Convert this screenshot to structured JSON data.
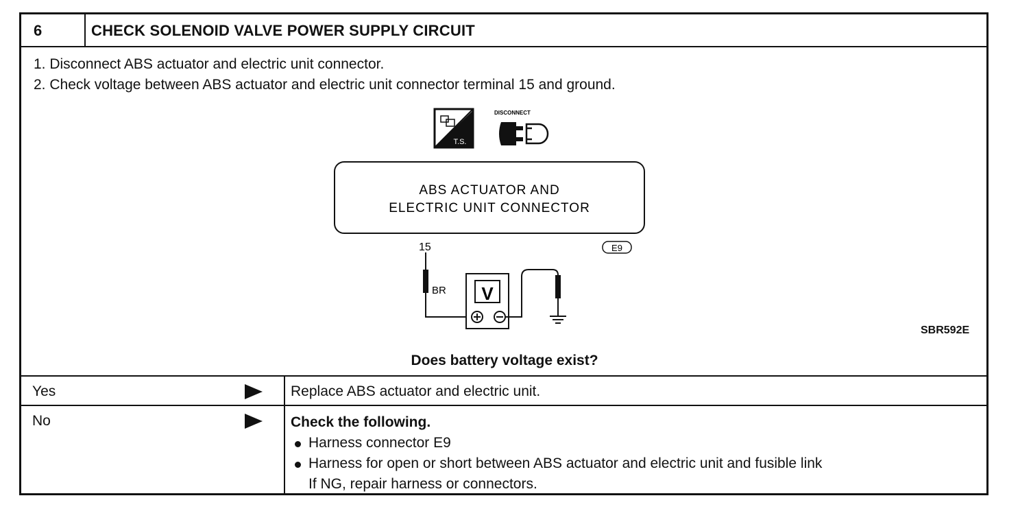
{
  "header": {
    "number": "6",
    "title": "CHECK SOLENOID VALVE POWER SUPPLY CIRCUIT"
  },
  "steps": [
    "1. Disconnect ABS actuator and electric unit connector.",
    "2. Check voltage between ABS actuator and electric unit connector terminal 15 and ground."
  ],
  "diagram": {
    "ts_icon_label": "T.S.",
    "disconnect_icon_label": "DISCONNECT",
    "connector_label_line1": "ABS ACTUATOR AND",
    "connector_label_line2": "ELECTRIC UNIT CONNECTOR",
    "terminal_number": "15",
    "connector_code": "E9",
    "wire_color": "BR",
    "meter_label": "V",
    "figure_code": "SBR592E"
  },
  "question": "Does battery voltage exist?",
  "answers": {
    "yes": {
      "label": "Yes",
      "result": "Replace ABS actuator and electric unit."
    },
    "no": {
      "label": "No",
      "heading": "Check the following.",
      "bullets": [
        "Harness connector E9",
        "Harness for open or short between ABS actuator and electric unit and fusible link"
      ],
      "note": "If NG, repair harness or connectors."
    }
  }
}
